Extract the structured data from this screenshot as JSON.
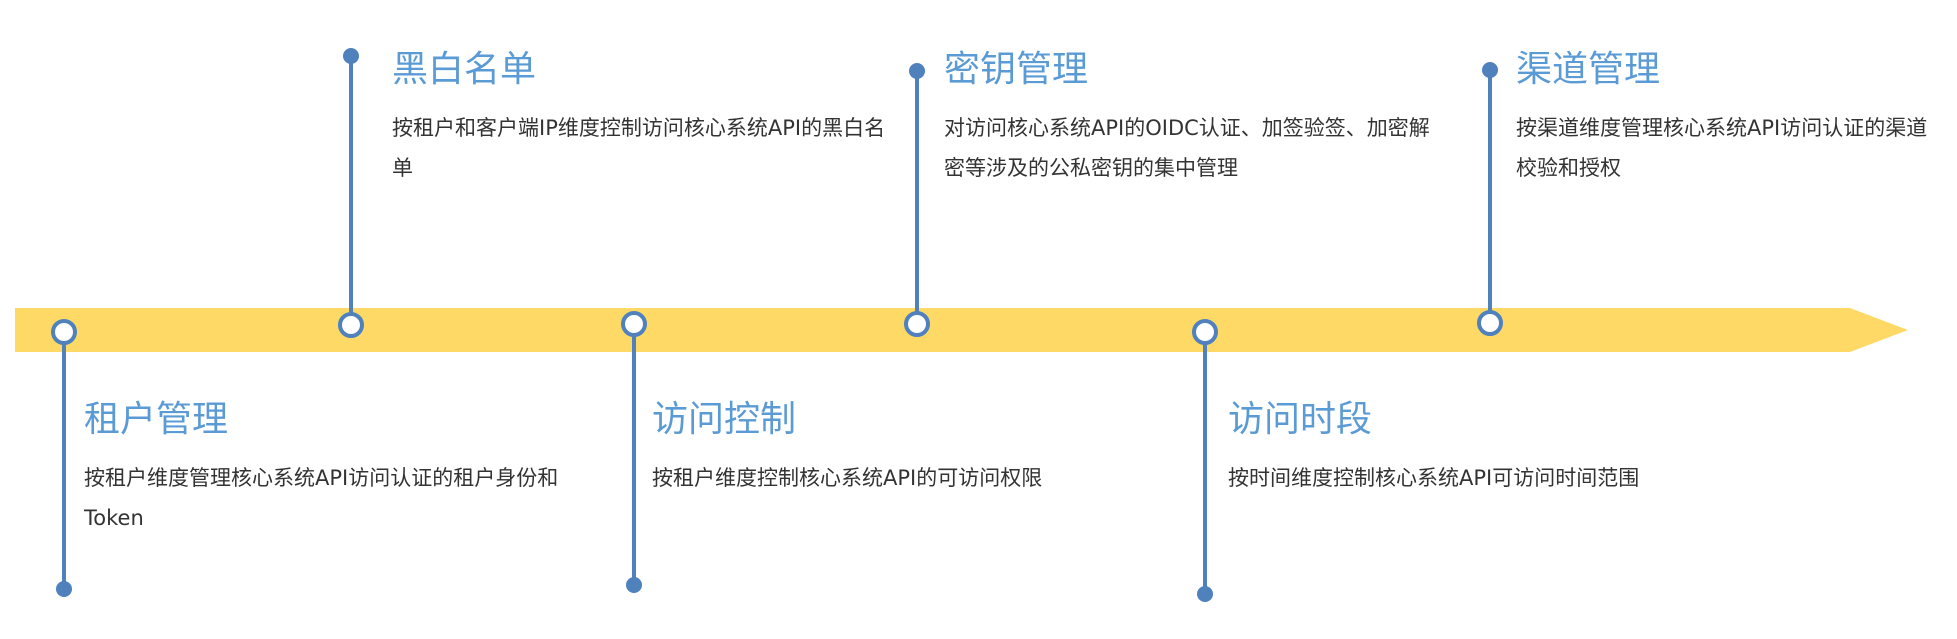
{
  "colors": {
    "arrow": "#ffd966",
    "line": "#4f81bd",
    "title": "#5b9bd5",
    "text": "#333333"
  },
  "milestones": [
    {
      "id": "tenant",
      "title": "租户管理",
      "desc": "按租户维度管理核心系统API访问认证的租户身份和Token",
      "side": "below"
    },
    {
      "id": "blacklist",
      "title": "黑白名单",
      "desc": "按租户和客户端IP维度控制访问核心系统API的黑白名单",
      "side": "above"
    },
    {
      "id": "access-control",
      "title": "访问控制",
      "desc": "按租户维度控制核心系统API的可访问权限",
      "side": "below"
    },
    {
      "id": "key-mgmt",
      "title": "密钥管理",
      "desc": "对访问核心系统API的OIDC认证、加签验签、加密解密等涉及的公私密钥的集中管理",
      "side": "above"
    },
    {
      "id": "access-period",
      "title": "访问时段",
      "desc": "按时间维度控制核心系统API可访问时间范围",
      "side": "below"
    },
    {
      "id": "channel",
      "title": "渠道管理",
      "desc": "按渠道维度管理核心系统API访问认证的渠道校验和授权",
      "side": "above"
    }
  ]
}
